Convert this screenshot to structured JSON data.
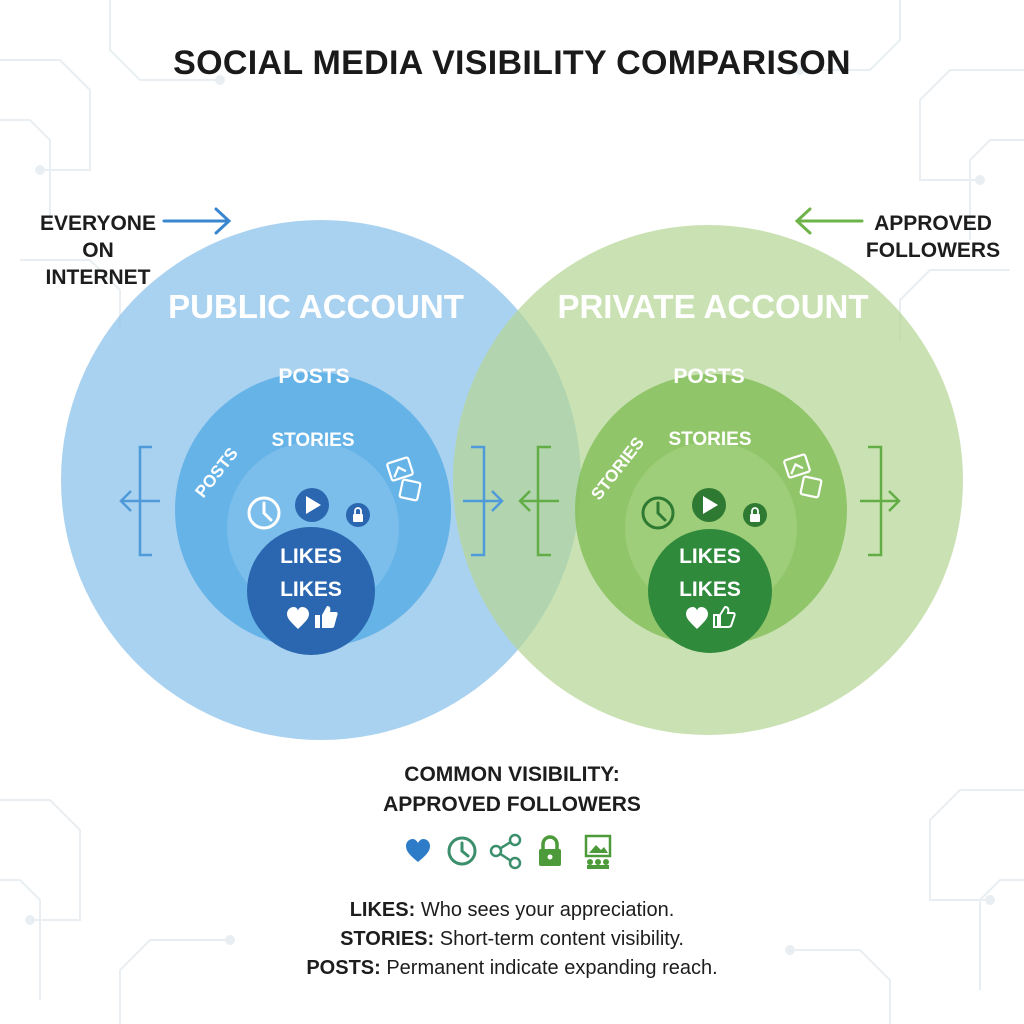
{
  "title": "SOCIAL MEDIA VISIBILITY COMPARISON",
  "colors": {
    "public_outer": "#a9d2f0",
    "public_mid": "#63b1e5",
    "public_core": "#2b66b0",
    "private_outer": "#c6e0ab",
    "private_mid": "#8cc462",
    "private_core": "#2f8a3c",
    "text_dark": "#1d1d1d"
  },
  "left_label": {
    "line1": "EVERYONE",
    "line2": "ON INTERNET"
  },
  "right_label": {
    "line1": "APPROVED",
    "line2": "FOLLOWERS"
  },
  "public": {
    "heading": "PUBLIC ACCOUNT",
    "posts": "POSTS",
    "stories": "STORIES",
    "arc_label": "POSTS",
    "likes_1": "LIKES",
    "likes_2": "LIKES",
    "icons": [
      "clock-icon",
      "play-icon",
      "lock-icon",
      "photo-icon",
      "heart-icon",
      "thumbs-up-icon"
    ]
  },
  "private": {
    "heading": "PRIVATE ACCOUNT",
    "posts": "POSTS",
    "stories": "STORIES",
    "arc_label": "STORIES",
    "likes_1": "LIKES",
    "likes_2": "LIKES",
    "icons": [
      "clock-icon",
      "play-icon",
      "lock-icon",
      "photo-icon",
      "heart-icon",
      "thumbs-up-icon"
    ]
  },
  "common": {
    "line1": "COMMON VISIBILITY:",
    "line2": "APPROVED FOLLOWERS"
  },
  "common_icons": [
    "heart-icon",
    "clock-icon",
    "share-icon",
    "lock-icon",
    "group-photo-icon"
  ],
  "legend": [
    {
      "term": "LIKES:",
      "text": " Who sees your appreciation."
    },
    {
      "term": "STORIES:",
      "text": " Short-term content visibility."
    },
    {
      "term": "POSTS:",
      "text": " Permanent indicate expanding reach."
    }
  ]
}
